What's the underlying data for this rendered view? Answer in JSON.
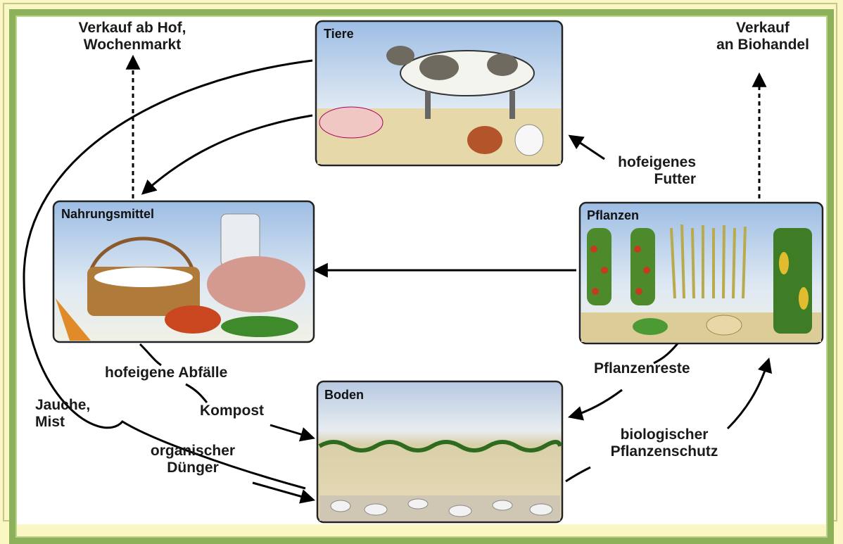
{
  "panels": {
    "tiere": "Tiere",
    "nahrungsmittel": "Nahrungsmittel",
    "pflanzen": "Pflanzen",
    "boden": "Boden"
  },
  "labels": {
    "sale_farm_line1": "Verkauf ab Hof,",
    "sale_farm_line2": "Wochenmarkt",
    "sale_bio_line1": "Verkauf",
    "sale_bio_line2": "an Biohandel",
    "feed_line1": "hofeigenes",
    "feed_line2": "Futter",
    "waste": "hofeigene Abfälle",
    "compost": "Kompost",
    "manure_line1": "Jauche,",
    "manure_line2": "Mist",
    "fertilizer_line1": "organischer",
    "fertilizer_line2": "Dünger",
    "plant_residue": "Pflanzenreste",
    "protection_line1": "biologischer",
    "protection_line2": "Pflanzenschutz"
  },
  "colors": {
    "page_background": "#fbf7c4",
    "frame_green": "#8db05a",
    "sky_top": "#a9c6e8",
    "ground": "#e2d2a4"
  }
}
